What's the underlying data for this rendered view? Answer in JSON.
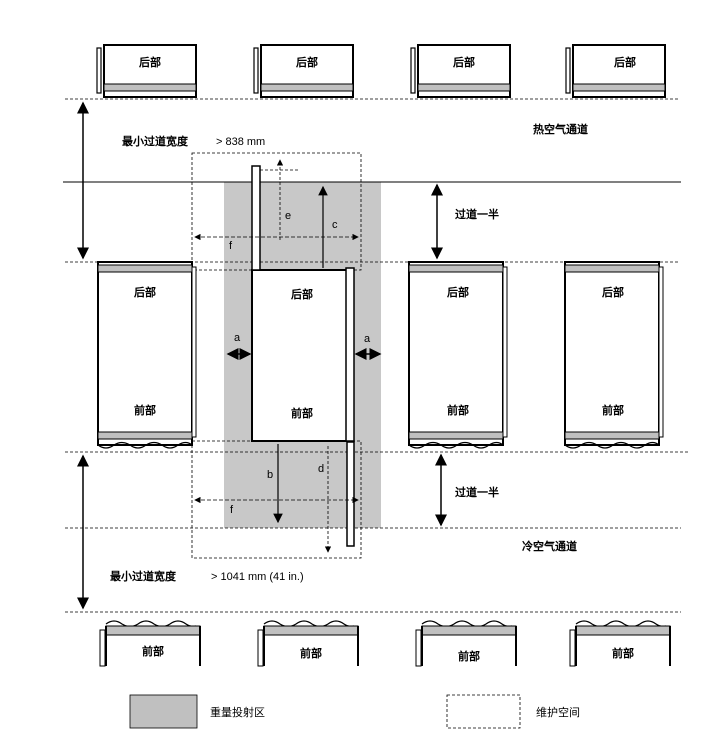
{
  "labels": {
    "back": "后部",
    "front": "前部",
    "hot_aisle": "热空气通道",
    "cold_aisle": "冷空气通道",
    "half_aisle": "过道一半",
    "min_aisle_width": "最小过道宽度",
    "hot_width_value": "> 838 mm",
    "cold_width_value": "> 1041 mm  (41 in.)"
  },
  "dimension_letters": {
    "a": "a",
    "b": "b",
    "c": "c",
    "d": "d",
    "e": "e",
    "f": "f"
  },
  "legend": {
    "shaded_label": "重量投射区",
    "dashed_label": "维护空间"
  },
  "colors": {
    "shade": "#c8c8c8",
    "line": "#000000",
    "rack_band": "#c0c0c0"
  }
}
